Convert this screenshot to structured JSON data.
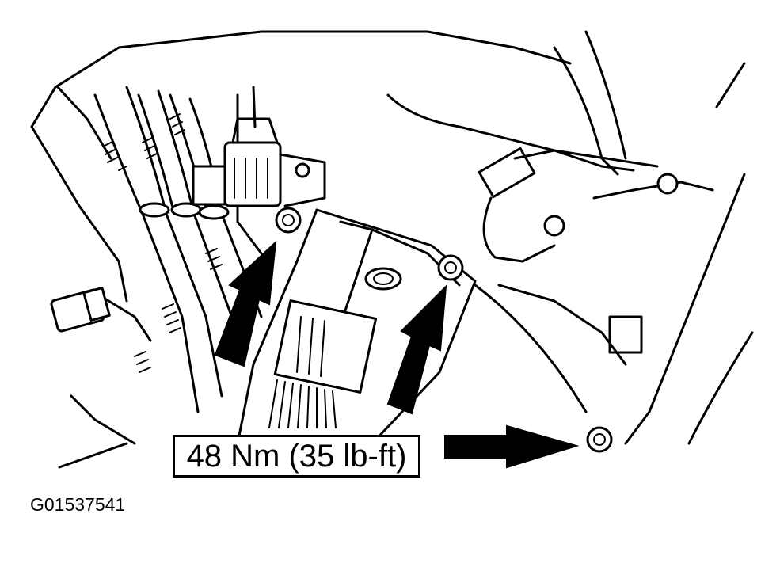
{
  "diagram": {
    "torque_spec": "48 Nm (35 lb-ft)",
    "figure_id": "G01537541",
    "parts": [
      "hoses",
      "electrical-connectors",
      "bracket",
      "module",
      "bolts",
      "arrows"
    ]
  }
}
